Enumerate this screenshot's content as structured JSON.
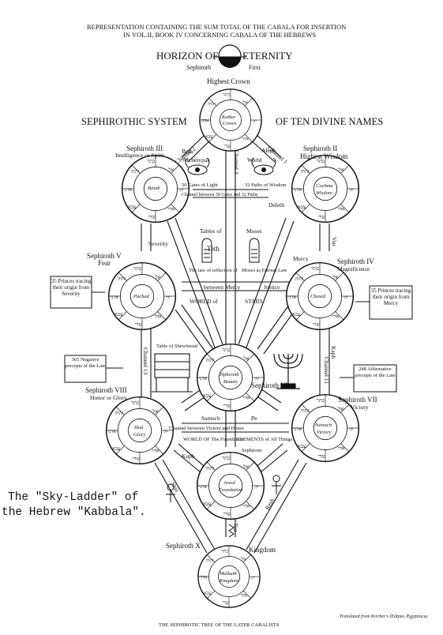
{
  "header": {
    "line1": "REPRESENTATION CONTAINING THE SUM TOTAL OF THE CABALA FOR INSERTION",
    "line2": "IN VOL.II, BOOK IV CONCERNING CABALA OF THE HEBREWS",
    "horizon_left": "HORIZON OF",
    "horizon_right": "ETERNITY",
    "sephiroth_label": "Sephiroth",
    "first_label": "First",
    "highest_crown": "Highest Crown",
    "system_left": "SEPHIROTHIC SYSTEM",
    "system_right": "OF TEN DIVINE NAMES"
  },
  "sephiroth": {
    "crown": {
      "inner": "Kether",
      "sub": "Crown"
    },
    "s2": {
      "title": "Sephiroth II",
      "subtitle": "Highest Wisdom",
      "inner": "Cochma",
      "sub": "Wisdom"
    },
    "s3": {
      "title": "Sephiroth III",
      "subtitle": "Intelligence or Spirit",
      "inner": "Binah",
      "sub": ""
    },
    "s4": {
      "title": "Sephiroth IV",
      "subtitle": "Magnificence",
      "inner": "Chesed",
      "sub": ""
    },
    "s5": {
      "title": "Sephiroth V",
      "subtitle": "Fear",
      "inner": "Pachad",
      "sub": ""
    },
    "s6": {
      "title": "Sephiroth VI",
      "subtitle": "",
      "inner": "Tiphereth",
      "sub": "Beauty"
    },
    "s7": {
      "title": "Sephiroth VII",
      "subtitle": "Victory",
      "inner": "Netzach",
      "sub": "Victory"
    },
    "s8": {
      "title": "Sephiroth VIII",
      "subtitle": "Honor or Glory",
      "inner": "Hod",
      "sub": "Glory"
    },
    "s9": {
      "title": "",
      "subtitle": "",
      "inner": "Jesod",
      "sub": "Foundation"
    },
    "s10": {
      "title": "Sephiroth X",
      "subtitle": "Kingdom",
      "inner": "Malkuth",
      "sub": "Kingdom"
    }
  },
  "channels": {
    "beth": "Beth",
    "aleph": "Aleph",
    "channel2": "Channel 2",
    "channel1": "Channel 1",
    "channel3": "Channel 3",
    "deleth": "Deleth",
    "teth": "Teth",
    "vau": "Vau",
    "severity": "Severity",
    "mercy": "Mercy",
    "justice": "Justice",
    "between_mercy": "between Mercy",
    "kaph": "Kaph",
    "channel11": "Channel 11",
    "channel13": "Channel 13",
    "samech": "Samech",
    "pe": "Pe",
    "channel_victory": "Channel between Victory and Honor",
    "kheth": "Kheth",
    "tau": "Tau",
    "shin": "Shin",
    "resh": "Resh",
    "kuph": "Kuph"
  },
  "center": {
    "archetypal": "Archetypal",
    "world": "World",
    "gates_lt": "50 Gates of Light",
    "paths_wisdom": "32 Paths of Wisdom",
    "channel_between": "Channel between 50 Gates and 32 Paths",
    "tables_of": "Tables of",
    "moses": "Moses",
    "law_reflection": "The law of reflection of",
    "moses_eternal": "Moses as Eternal Law",
    "world_of": "WORLD of",
    "stars": "STARS",
    "table_shewbread": "Table of Shewbread",
    "world_of_foundation": "WORLD OF The Foundation",
    "elements": "ELEMENTS of All Things",
    "sephirotic": "Sephirotic"
  },
  "side_boxes": {
    "left_top": "35 Princes tracing their origin from Severity",
    "right_top": "35 Princes tracing their origin from Mercy",
    "left_mid": "365 Negative precepts of the Law",
    "right_mid": "248 Affirmative precepts of the Law"
  },
  "caption": {
    "line1": "The \"Sky-Ladder\" of",
    "line2": "the Hebrew \"Kabbala\"."
  },
  "footer": {
    "title": "THE SEPHIROTIC TREE OF THE LATER CABALISTS",
    "credit": "Translated from Kircher's Œdipus Ægyptiacus"
  }
}
